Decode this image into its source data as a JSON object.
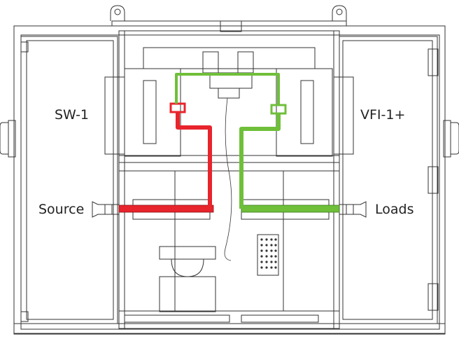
{
  "labels": {
    "left_top": "SW-1",
    "right_top": "VFI-1+",
    "left_bottom": "Source",
    "right_bottom": "Loads"
  },
  "colors": {
    "source_path": "#e8242c",
    "load_path": "#6fbf3a",
    "line": "#333333",
    "background": "#ffffff"
  },
  "icons": [
    "lifting-eye-icon",
    "bushing-icon",
    "door-handle-icon",
    "hinge-icon"
  ]
}
